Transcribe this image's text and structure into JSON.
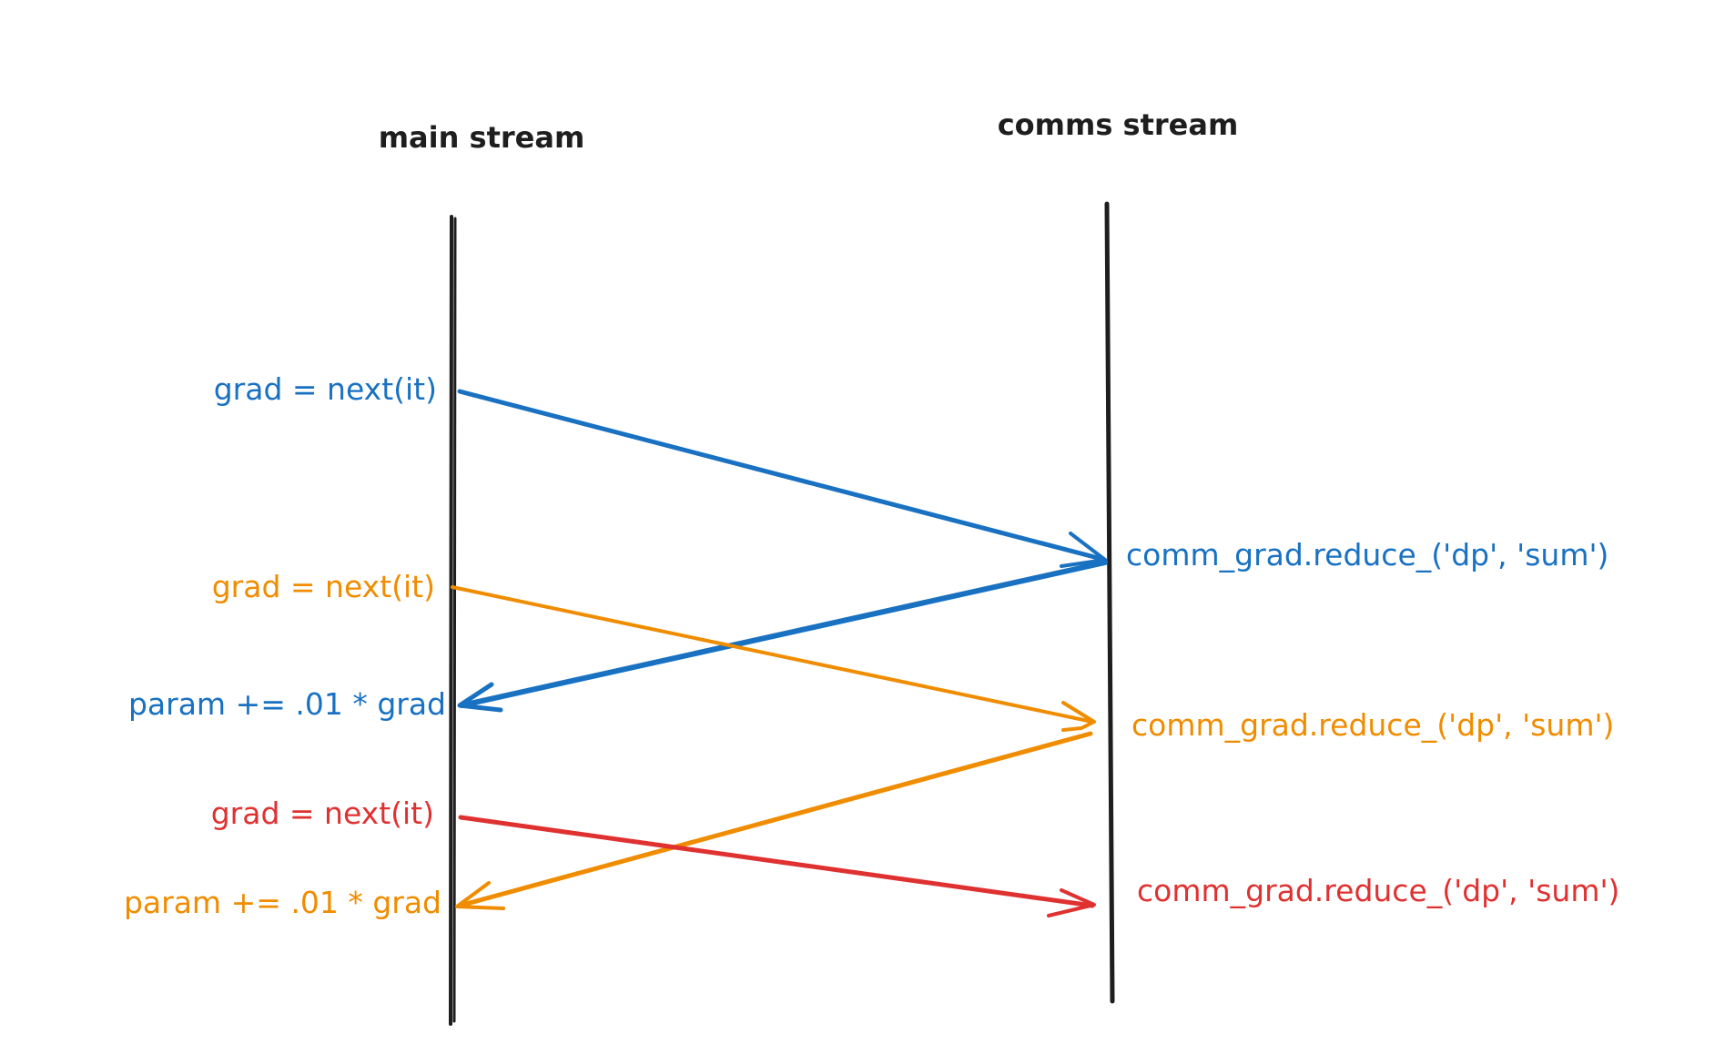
{
  "colors": {
    "ink": "#1e1e1e",
    "blue": "#1971c2",
    "orange": "#f08c00",
    "red": "#e03131",
    "background": "#ffffff"
  },
  "streams": {
    "main": "main stream",
    "comms": "comms stream"
  },
  "labels": {
    "blue_next": "grad = next(it)",
    "orange_next": "grad = next(it)",
    "blue_update": "param += .01 * grad",
    "red_next": "grad = next(it)",
    "orange_update": "param += .01 * grad",
    "blue_reduce": "comm_grad.reduce_('dp', 'sum')",
    "orange_reduce": "comm_grad.reduce_('dp', 'sum')",
    "red_reduce": "comm_grad.reduce_('dp', 'sum')"
  }
}
